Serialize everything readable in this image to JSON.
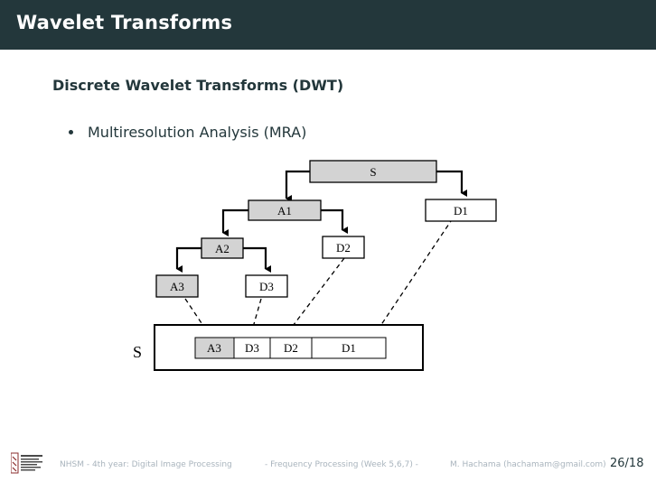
{
  "header": {
    "title": "Wavelet Transforms"
  },
  "content": {
    "section_title": "Discrete Wavelet Transforms (DWT)",
    "bullet": "Multiresolution Analysis (MRA)"
  },
  "diagram": {
    "node_s": "S",
    "node_a1": "A1",
    "node_d1": "D1",
    "node_a2": "A2",
    "node_d2": "D2",
    "node_a3": "A3",
    "node_d3": "D3",
    "signal_label": "S",
    "seg_a3": "A3",
    "seg_d3": "D3",
    "seg_d2": "D2",
    "seg_d1": "D1",
    "colors": {
      "shaded": "#d3d3d3",
      "stroke": "#000000"
    }
  },
  "footer": {
    "left": "NHSM - 4th year: Digital Image Processing",
    "middle": "- Frequency Processing (Week 5,6,7) -",
    "right": "M. Hachama (hachamam@gmail.com)",
    "page": "26/18"
  }
}
